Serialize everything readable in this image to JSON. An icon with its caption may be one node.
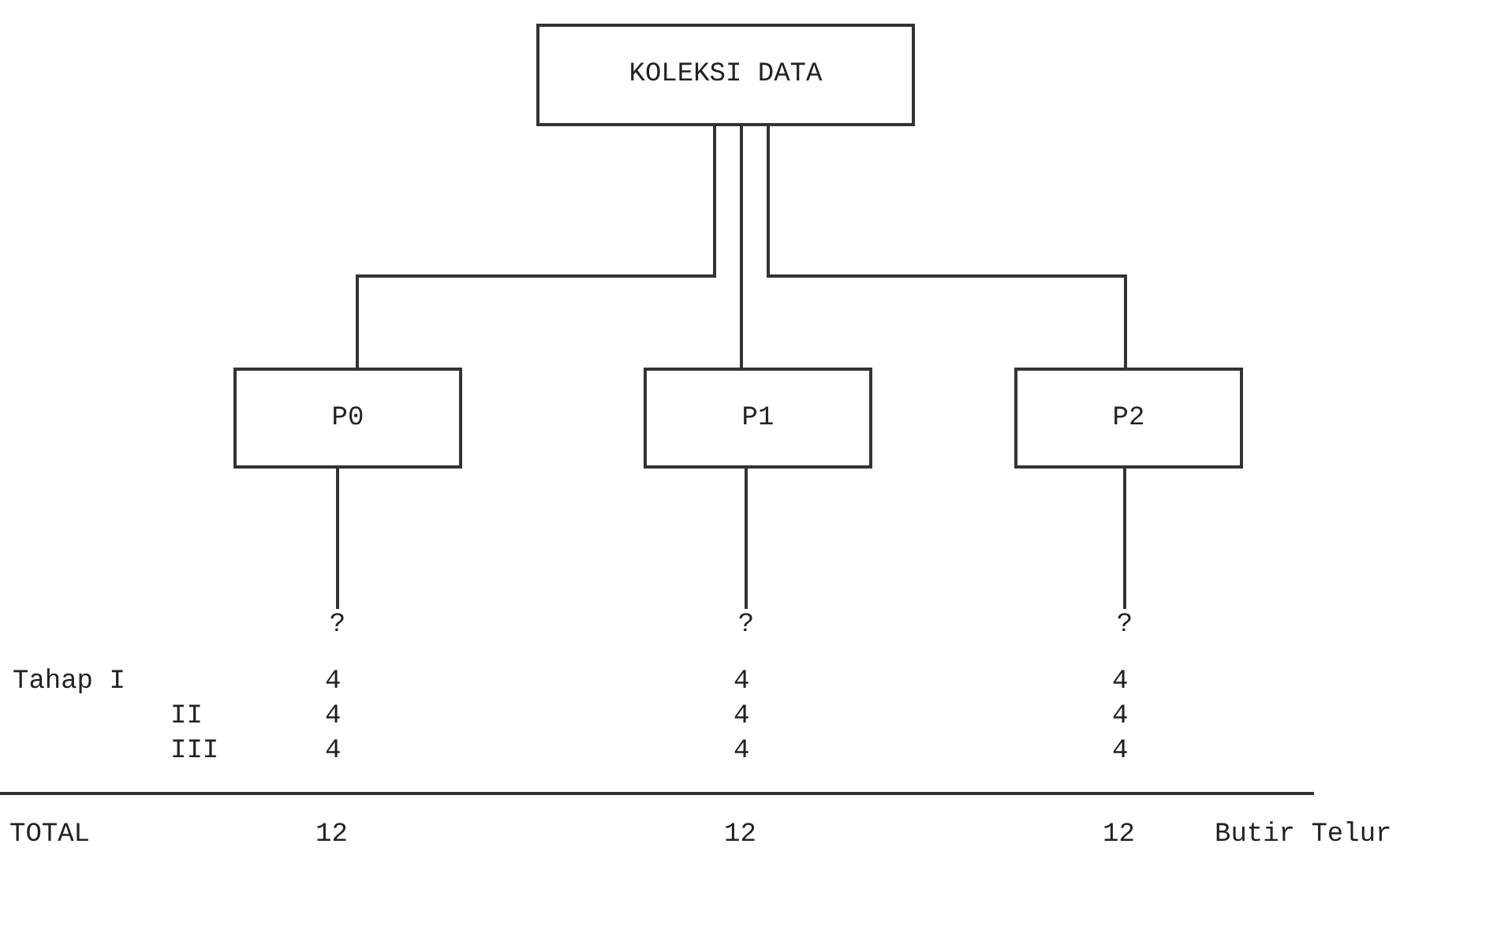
{
  "diagram": {
    "nodes": [
      {
        "text": [
          "KOLEKSI DATA"
        ]
      },
      {
        "text": [
          "P0"
        ]
      },
      {
        "text": [
          "P1"
        ]
      },
      {
        "text": [
          "P2"
        ]
      },
      {
        "text": [
          "?"
        ]
      },
      {
        "text": [
          "?"
        ]
      },
      {
        "text": [
          "?"
        ]
      }
    ],
    "edges": [
      {
        "from": 0,
        "to": 1,
        "arrow": "none"
      },
      {
        "from": 0,
        "to": 2,
        "arrow": "none"
      },
      {
        "from": 0,
        "to": 3,
        "arrow": "none"
      },
      {
        "from": 1,
        "to": 4,
        "arrow": "none"
      },
      {
        "from": 2,
        "to": 5,
        "arrow": "none"
      },
      {
        "from": 3,
        "to": 6,
        "arrow": "none"
      }
    ],
    "labels": [
      "Tahap I",
      "4",
      "4",
      "4",
      "II",
      "4",
      "4",
      "4",
      "III",
      "4",
      "4",
      "4",
      "TOTAL",
      "12",
      "12",
      "12",
      "Butir Telur"
    ]
  }
}
